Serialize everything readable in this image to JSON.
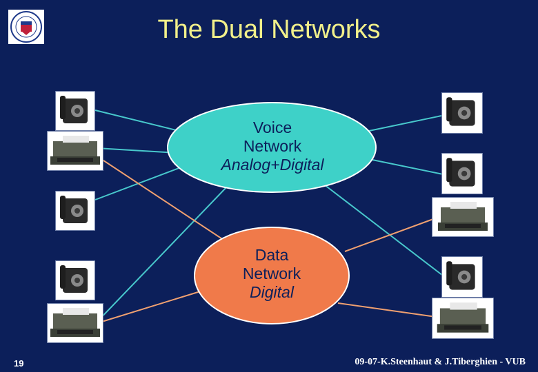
{
  "title": "The Dual Networks",
  "voice_network": {
    "line1": "Voice",
    "line2": "Network",
    "line3": "Analog+Digital",
    "color": "#3ed1c8"
  },
  "data_network": {
    "line1": "Data",
    "line2": "Network",
    "line3": "Digital",
    "color": "#f07a4a"
  },
  "footer": {
    "page_number": "19",
    "credit": "09-07-K.Steenhaut & J.Tiberghien - VUB"
  },
  "colors": {
    "background": "#0c1f5a",
    "title": "#f2f08a",
    "voice_link": "#48c8cc",
    "data_link": "#f0a070"
  }
}
